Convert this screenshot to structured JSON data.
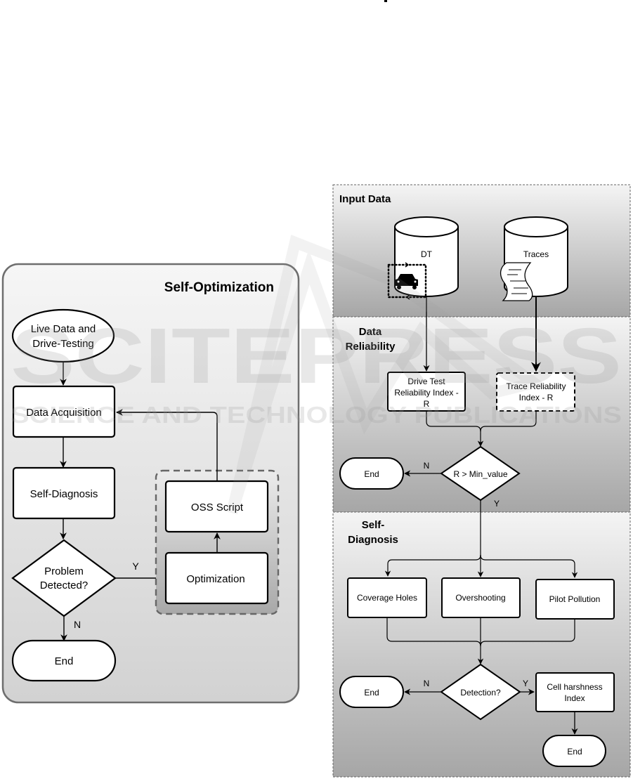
{
  "header_fragment": "-",
  "watermark": {
    "main": "SCITEPRESS",
    "sub": "SCIENCE AND TECHNOLOGY PUBLICATIONS"
  },
  "left_diagram": {
    "title": "Self-Optimization",
    "nodes": {
      "start": [
        "Live Data and",
        "Drive-Testing"
      ],
      "acquisition": "Data Acquisition",
      "diagnosis": "Self-Diagnosis",
      "decision": [
        "Problem",
        "Detected?"
      ],
      "end": "End",
      "oss_script": "OSS Script",
      "optimization": "Optimization"
    },
    "edge_labels": {
      "yes": "Y",
      "no": "N"
    }
  },
  "right_diagram": {
    "lanes": {
      "input": "Input Data",
      "reliability": [
        "Data",
        "Reliability"
      ],
      "diagnosis": [
        "Self-",
        "Diagnosis"
      ]
    },
    "nodes": {
      "dt_db": "DT",
      "traces_db": "Traces",
      "dt_reliability": [
        "Drive Test",
        "Reliability Index -",
        "R"
      ],
      "trace_reliability": [
        "Trace Reliability",
        "Index - R"
      ],
      "min_check": "R > Min_value",
      "end_1": "End",
      "coverage_holes": "Coverage Holes",
      "overshooting": "Overshooting",
      "pilot_pollution": "Pilot Pollution",
      "detection": "Detection?",
      "end_2": "End",
      "cell_harshness": [
        "Cell harshness",
        "Index"
      ],
      "end_3": "End"
    },
    "edge_labels": {
      "yes_1": "Y",
      "no_1": "N",
      "yes_2": "Y",
      "no_2": "N"
    }
  }
}
